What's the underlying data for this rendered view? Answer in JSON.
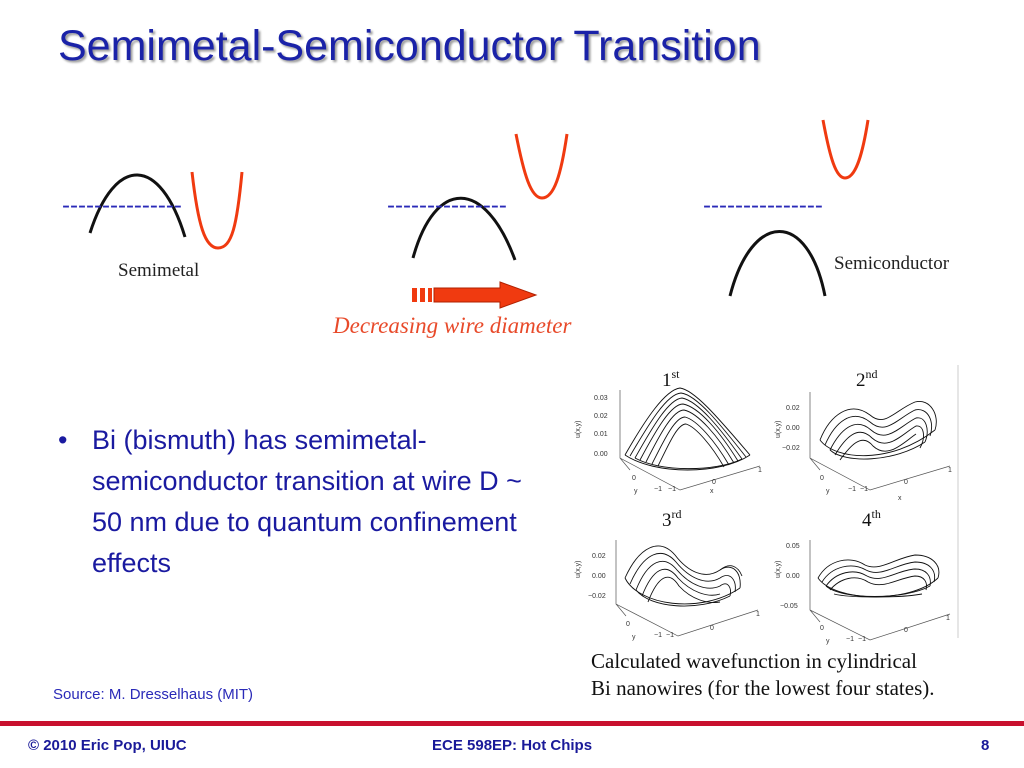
{
  "slide": {
    "title": "Semimetal-Semiconductor Transition",
    "diagram": {
      "dashes": "---------------",
      "label_semimetal": "Semimetal",
      "label_semiconductor": "Semiconductor",
      "arrow_label": "Decreasing wire diameter",
      "colors": {
        "conduction_band": "#f03a10",
        "valence_band": "#111111",
        "dash": "#2a2ab8",
        "arrow": "#f03a10"
      }
    },
    "bullet": {
      "symbol": "•",
      "text": "Bi (bismuth) has semimetal-semiconductor transition at wire D ~ 50 nm due to quantum confinement effects"
    },
    "source": "Source: M. Dresselhaus (MIT)",
    "figure": {
      "panels": [
        {
          "label": "1",
          "suffix": "st",
          "zlabel": "u(x,y)",
          "zticks": [
            "0.03",
            "0.02",
            "0.01",
            "0.00"
          ]
        },
        {
          "label": "2",
          "suffix": "nd",
          "zlabel": "u(x,y)",
          "zticks": [
            "0.02",
            "0.00",
            "−0.02"
          ]
        },
        {
          "label": "3",
          "suffix": "rd",
          "zlabel": "u(x,y)",
          "zticks": [
            "0.02",
            "0.00",
            "−0.02"
          ]
        },
        {
          "label": "4",
          "suffix": "th",
          "zlabel": "u(x,y)",
          "zticks": [
            "0.05",
            "0.00",
            "−0.05"
          ]
        }
      ],
      "axis_ticks": {
        "one": "1",
        "zero": "0",
        "neg_one": "−1"
      },
      "axis_x": "x",
      "axis_y": "y",
      "caption_line1": "Calculated wavefunction in cylindrical",
      "caption_line2": "Bi nanowires (for the lowest four states)."
    }
  },
  "footer": {
    "left": "© 2010 Eric Pop, UIUC",
    "center": "ECE 598EP: Hot Chips",
    "right": "8"
  }
}
